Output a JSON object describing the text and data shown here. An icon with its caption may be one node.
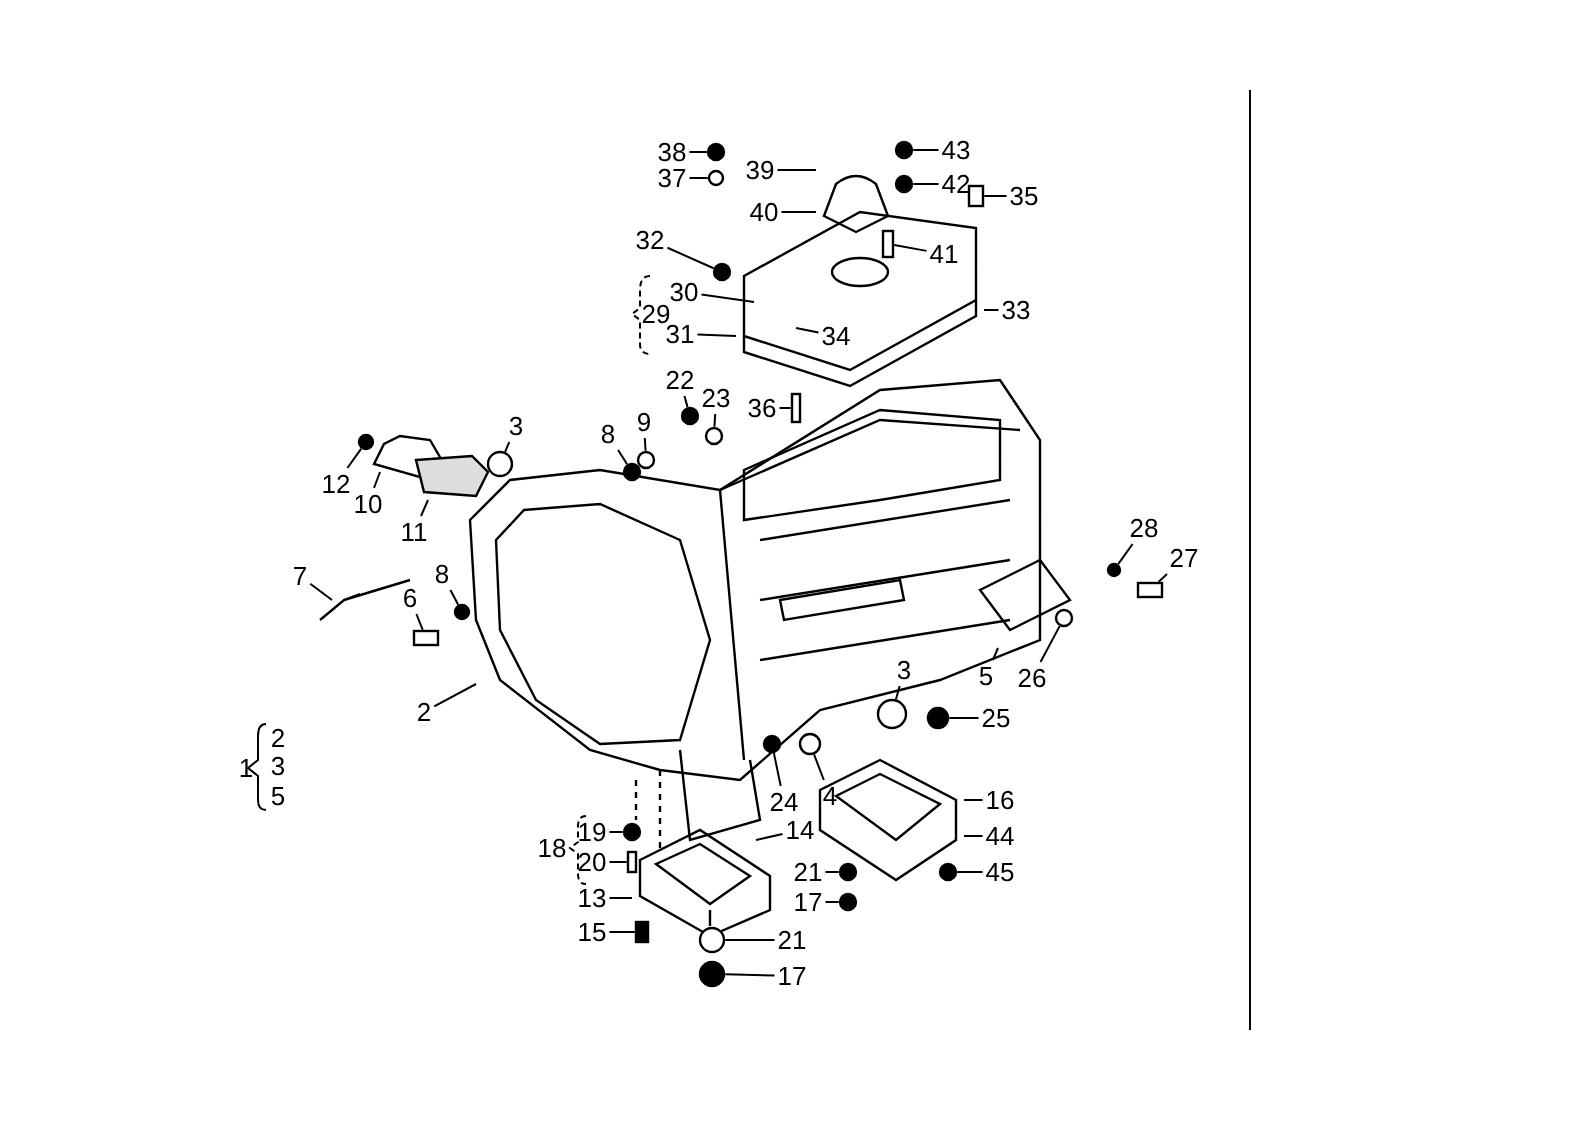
{
  "diagram": {
    "nodes": [
      {
        "text": [
          "38"
        ]
      },
      {
        "text": [
          "43"
        ]
      },
      {
        "text": [
          "39"
        ]
      },
      {
        "text": [
          "37"
        ]
      },
      {
        "text": [
          "42"
        ]
      },
      {
        "text": [
          "35"
        ]
      },
      {
        "text": [
          "40"
        ]
      },
      {
        "text": [
          "41"
        ]
      },
      {
        "text": [
          "32"
        ]
      },
      {
        "text": [
          "30"
        ]
      },
      {
        "text": [
          "29"
        ]
      },
      {
        "text": [
          "33"
        ]
      },
      {
        "text": [
          "31"
        ]
      },
      {
        "text": [
          "34"
        ]
      },
      {
        "text": [
          "22"
        ]
      },
      {
        "text": [
          "23"
        ]
      },
      {
        "text": [
          "36"
        ]
      },
      {
        "text": [
          "3"
        ]
      },
      {
        "text": [
          "8"
        ]
      },
      {
        "text": [
          "9"
        ]
      },
      {
        "text": [
          "12"
        ]
      },
      {
        "text": [
          "10"
        ]
      },
      {
        "text": [
          "11"
        ]
      },
      {
        "text": [
          "28"
        ]
      },
      {
        "text": [
          "27"
        ]
      },
      {
        "text": [
          "7"
        ]
      },
      {
        "text": [
          "8"
        ]
      },
      {
        "text": [
          "6"
        ]
      },
      {
        "text": [
          "5"
        ]
      },
      {
        "text": [
          "26"
        ]
      },
      {
        "text": [
          "3"
        ]
      },
      {
        "text": [
          "2"
        ]
      },
      {
        "text": [
          "25"
        ]
      },
      {
        "text": [
          "2"
        ]
      },
      {
        "text": [
          "1"
        ]
      },
      {
        "text": [
          "3"
        ]
      },
      {
        "text": [
          "5"
        ]
      },
      {
        "text": [
          "24"
        ]
      },
      {
        "text": [
          "4"
        ]
      },
      {
        "text": [
          "16"
        ]
      },
      {
        "text": [
          "14"
        ]
      },
      {
        "text": [
          "19"
        ]
      },
      {
        "text": [
          "44"
        ]
      },
      {
        "text": [
          "18"
        ]
      },
      {
        "text": [
          "20"
        ]
      },
      {
        "text": [
          "21"
        ]
      },
      {
        "text": [
          "45"
        ]
      },
      {
        "text": [
          "13"
        ]
      },
      {
        "text": [
          "17"
        ]
      },
      {
        "text": [
          "15"
        ]
      },
      {
        "text": [
          "21"
        ]
      },
      {
        "text": [
          "17"
        ]
      },
      {
        "text": [],
        "shape": "circle"
      },
      {
        "text": [],
        "shape": "circle"
      },
      {
        "text": [],
        "shape": "circle"
      },
      {
        "text": [],
        "shape": "circle"
      },
      {
        "text": [],
        "shape": "bar"
      },
      {
        "text": [],
        "shape": "bar"
      },
      {
        "text": [],
        "shape": "circle"
      },
      {
        "text": [],
        "shape": "circle"
      },
      {
        "text": [],
        "shape": "circle"
      },
      {
        "text": [],
        "shape": "bar"
      },
      {
        "text": [],
        "shape": "circle"
      },
      {
        "text": [],
        "shape": "circle"
      },
      {
        "text": [],
        "shape": "circle"
      },
      {
        "text": [],
        "shape": "circle"
      },
      {
        "text": [],
        "shape": "circle"
      },
      {
        "text": [],
        "shape": "bar"
      },
      {
        "text": [],
        "shape": "circle"
      },
      {
        "text": [],
        "shape": "bar"
      },
      {
        "text": [],
        "shape": "circle"
      },
      {
        "text": [],
        "shape": "circle"
      },
      {
        "text": [],
        "shape": "circle"
      },
      {
        "text": [],
        "shape": "circle"
      },
      {
        "text": [],
        "shape": "circle"
      },
      {
        "text": [],
        "shape": "circle"
      },
      {
        "text": [],
        "shape": "bar"
      },
      {
        "text": [],
        "shape": "circle"
      },
      {
        "text": [],
        "shape": "circle"
      },
      {
        "text": [],
        "shape": "circle"
      },
      {
        "text": [],
        "shape": "bar"
      },
      {
        "text": [],
        "shape": "circle"
      },
      {
        "text": [],
        "shape": "circle"
      }
    ],
    "edges": [
      {
        "from": 0,
        "to": 52,
        "arrow": "none"
      },
      {
        "from": 1,
        "to": 53,
        "arrow": "none"
      },
      {
        "from": 2,
        "to": null,
        "arrow": "none"
      },
      {
        "from": 3,
        "to": 54,
        "arrow": "none"
      },
      {
        "from": 4,
        "to": 55,
        "arrow": "none"
      },
      {
        "from": 5,
        "to": 56,
        "arrow": "none"
      },
      {
        "from": 6,
        "to": null,
        "arrow": "none"
      },
      {
        "from": 7,
        "to": 57,
        "arrow": "none"
      },
      {
        "from": 8,
        "to": 58,
        "arrow": "none"
      },
      {
        "from": 9,
        "to": null,
        "arrow": "none"
      },
      {
        "from": 11,
        "to": null,
        "arrow": "none"
      },
      {
        "from": 12,
        "to": null,
        "arrow": "none"
      },
      {
        "from": 13,
        "to": null,
        "arrow": "none"
      },
      {
        "from": 14,
        "to": 59,
        "arrow": "none"
      },
      {
        "from": 15,
        "to": 60,
        "arrow": "none"
      },
      {
        "from": 16,
        "to": 61,
        "arrow": "none"
      },
      {
        "from": 17,
        "to": 62,
        "arrow": "none"
      },
      {
        "from": 18,
        "to": 63,
        "arrow": "none"
      },
      {
        "from": 19,
        "to": 64,
        "arrow": "none"
      },
      {
        "from": 20,
        "to": 65,
        "arrow": "none"
      },
      {
        "from": 21,
        "to": null,
        "arrow": "none"
      },
      {
        "from": 22,
        "to": null,
        "arrow": "none"
      },
      {
        "from": 23,
        "to": 66,
        "arrow": "none"
      },
      {
        "from": 24,
        "to": 67,
        "arrow": "none"
      },
      {
        "from": 25,
        "to": null,
        "arrow": "none"
      },
      {
        "from": 26,
        "to": 68,
        "arrow": "none"
      },
      {
        "from": 27,
        "to": 69,
        "arrow": "none"
      },
      {
        "from": 28,
        "to": null,
        "arrow": "none"
      },
      {
        "from": 29,
        "to": 70,
        "arrow": "none"
      },
      {
        "from": 30,
        "to": 71,
        "arrow": "none"
      },
      {
        "from": 31,
        "to": null,
        "arrow": "none"
      },
      {
        "from": 32,
        "to": 72,
        "arrow": "none"
      },
      {
        "from": 37,
        "to": 73,
        "arrow": "none"
      },
      {
        "from": 38,
        "to": 74,
        "arrow": "none"
      },
      {
        "from": 39,
        "to": null,
        "arrow": "none"
      },
      {
        "from": 40,
        "to": null,
        "arrow": "none"
      },
      {
        "from": 41,
        "to": 75,
        "arrow": "none"
      },
      {
        "from": 42,
        "to": null,
        "arrow": "none"
      },
      {
        "from": 44,
        "to": 76,
        "arrow": "none"
      },
      {
        "from": 45,
        "to": 77,
        "arrow": "none"
      },
      {
        "from": 46,
        "to": 78,
        "arrow": "none"
      },
      {
        "from": 47,
        "to": null,
        "arrow": "none"
      },
      {
        "from": 48,
        "to": 79,
        "arrow": "none"
      },
      {
        "from": 49,
        "to": 80,
        "arrow": "none"
      },
      {
        "from": 50,
        "to": 81,
        "arrow": "none"
      },
      {
        "from": 51,
        "to": 82,
        "arrow": "none"
      }
    ]
  }
}
